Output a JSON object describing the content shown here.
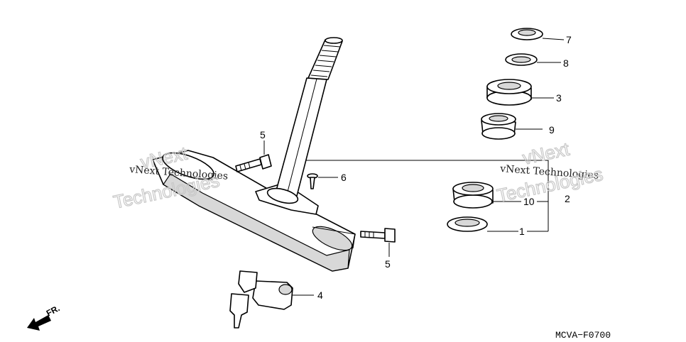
{
  "diagram": {
    "code": "MCVA−F0700",
    "direction_label": "FR.",
    "callouts": {
      "p1": "1",
      "p2": "2",
      "p3": "3",
      "p4": "4",
      "p5a": "5",
      "p5b": "5",
      "p6": "6",
      "p7": "7",
      "p8": "8",
      "p9": "9",
      "p10": "10"
    },
    "watermarks": {
      "left_line1": "vNext Technologies",
      "left_line2": "Technologies",
      "left_top": "vNext",
      "right_line1": "vNext Technologies",
      "right_line2": "Technologies",
      "right_top": "vNext"
    }
  }
}
